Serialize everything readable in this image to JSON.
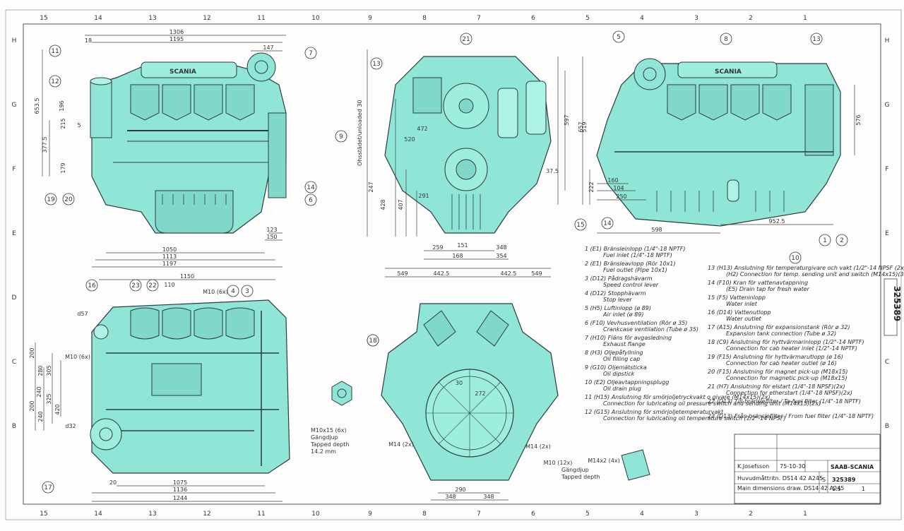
{
  "colors": {
    "engine_fill": "#8fe6d6",
    "engine_dark": "#4fc2b0",
    "line": "#2f3a40",
    "paper": "#fdfdfb"
  },
  "frame": {
    "col_labels": [
      "15",
      "14",
      "13",
      "12",
      "11",
      "10",
      "9",
      "8",
      "7",
      "6",
      "5",
      "4",
      "3",
      "2",
      "1"
    ],
    "row_labels": [
      "H",
      "G",
      "F",
      "E",
      "D",
      "C",
      "B"
    ]
  },
  "side_view": {
    "brand": "SCANIA",
    "dims": [
      "1306",
      "1195",
      "147",
      "18",
      "653.5",
      "377.5",
      "196",
      "215",
      "179",
      "5",
      "1050",
      "1113",
      "1197",
      "123",
      "150"
    ],
    "callouts": [
      "11",
      "12",
      "7",
      "19",
      "20",
      "14",
      "6"
    ]
  },
  "front_view": {
    "dims": [
      "657",
      "597",
      "520",
      "472",
      "428",
      "407",
      "291",
      "247",
      "259",
      "151",
      "348",
      "354",
      "168",
      "549",
      "549",
      "442.5",
      "442.5",
      "37.5"
    ],
    "callouts": [
      "21",
      "13",
      "9",
      "15"
    ],
    "vtext_left": "Ohsstädet/unloaded 30"
  },
  "rear_view": {
    "brand": "SCANIA",
    "dims": [
      "519",
      "576",
      "222",
      "160",
      "104",
      "250",
      "598",
      "952.5"
    ],
    "callouts": [
      "5",
      "8",
      "13",
      "14",
      "1",
      "2",
      "10"
    ]
  },
  "top_view": {
    "dims": [
      "1150",
      "110",
      "M10 (6x)",
      "d57",
      "M10 (6x)",
      "d32",
      "200",
      "280",
      "240",
      "305",
      "200",
      "325",
      "420",
      "240",
      "20",
      "1075",
      "1136",
      "1244"
    ],
    "callouts": [
      "16",
      "23",
      "22",
      "4",
      "3",
      "18",
      "17"
    ],
    "detail_note": [
      "M10x15 (6x)",
      "Gängdjup",
      "Tapped depth",
      "14.2 mm"
    ]
  },
  "bottom_view": {
    "dims": [
      "30",
      "272",
      "290",
      "348",
      "348",
      "M14 (2x)",
      "M14 (2x)",
      "M14x2 (4x)",
      "M10 (12x)"
    ],
    "callouts": [
      "18"
    ],
    "detail_note": [
      "Gängdjup",
      "Tapped depth"
    ]
  },
  "legend": [
    {
      "sv": "1 (E1)  Bränsleinlopp (1/4\"-18 NPTF)",
      "en": "Fuel inlet (1/4\"-18 NPTF)"
    },
    {
      "sv": "2 (E1)  Bränsleavlopp (Rör 10x1)",
      "en": "Fuel outlet   (Pipe 10x1)"
    },
    {
      "sv": "3 (D12)  Pådragshävarm",
      "en": "Speed control lever"
    },
    {
      "sv": "4 (D12)  Stopphävarm",
      "en": "Stop lever"
    },
    {
      "sv": "5 (H5)  Luftinlopp (ø 89)",
      "en": "Air inlet   (ø 89)"
    },
    {
      "sv": "6 (F10)  Vevhusventilation (Rör ø 35)",
      "en": "Crankcase ventilation (Tube ø 35)"
    },
    {
      "sv": "7 (H10)  Fläns för avgasledning",
      "en": "Exhaust flange"
    },
    {
      "sv": "8 (H3)  Oljepåfyllning",
      "en": "Oil filling cap"
    },
    {
      "sv": "9 (G10)  Oljemätsticka",
      "en": "Oil dipstick"
    },
    {
      "sv": "10 (E2)  Oljeavtappningsplugg",
      "en": "Oil drain plug"
    },
    {
      "sv": "11 (H15)  Anslutning för smörjoljetryckvakt o givare (M14x15)(2x)",
      "en": "Connection for lubricating oil pressure switch and sending unit (M14x15)(2x)"
    },
    {
      "sv": "12 (G15)  Anslutning för smörjoljetemperaturvakt",
      "en": "Connection for lubricating oil temperature switch (1/2\"-14 NPSF)"
    },
    {
      "sv": "13 (H13)  Anslutning för temperaturgivare och vakt (1/2\"-14 NPSF (2x))",
      "en": "(H2) Connection for temp. sending unit and switch (M14x15)(3x)"
    },
    {
      "sv": "14 (F10)  Kran för vattenavtappning",
      "en": "(E5) Drain tap for fresh water"
    },
    {
      "sv": "15 (F5)  Vatteninlopp",
      "en": "Water inlet"
    },
    {
      "sv": "16 (D14)  Vattenutlopp",
      "en": "Water outlet"
    },
    {
      "sv": "17 (A15)  Anslutning för expansionstank (Rör ø 32)",
      "en": "Expansion tank connection (Tube ø 32)"
    },
    {
      "sv": "18 (C9)  Anslutning för hyttvärmarinlopp (1/2\"-14 NPTF)",
      "en": "Connection for cab heater inlet (1/2\"-14 NPTF)"
    },
    {
      "sv": "19 (F15)  Anslutning för hyttvärmarutlopp (ø 16)",
      "en": "Connection for cab heater outlet (ø 16)"
    },
    {
      "sv": "20 (F15)  Anslutning för magnet pick-up (M18x15)",
      "en": "Connection for magnetic pick-up (M18x15)"
    },
    {
      "sv": "21 (H7)  Anslutning för elstart (1/4\"-18 NPSF)(2x)",
      "en": "Connection for etherstart (1/4\"-18 NPSF)(2x)"
    },
    {
      "sv": "22 (D13)  Till bränslefilter / To fuel filter (1/4\"-18 NPTF)",
      "en": ""
    },
    {
      "sv": "23 (D13)  Från bränslefilter / From fuel filter (1/4\"-18 NPTF)",
      "en": ""
    }
  ],
  "title_block": {
    "designer": "K.Josefsson",
    "title_sv": "Huvudmåttritn. DS14 42 A245",
    "title_en": "Main dimensions draw. DS14 42 A245",
    "company": "SAAB-SCANIA",
    "drawing_no": "325389",
    "scale": "1:5",
    "sheet": "1",
    "date": "75-10-30",
    "size_code": "S"
  },
  "side_number": "325389"
}
